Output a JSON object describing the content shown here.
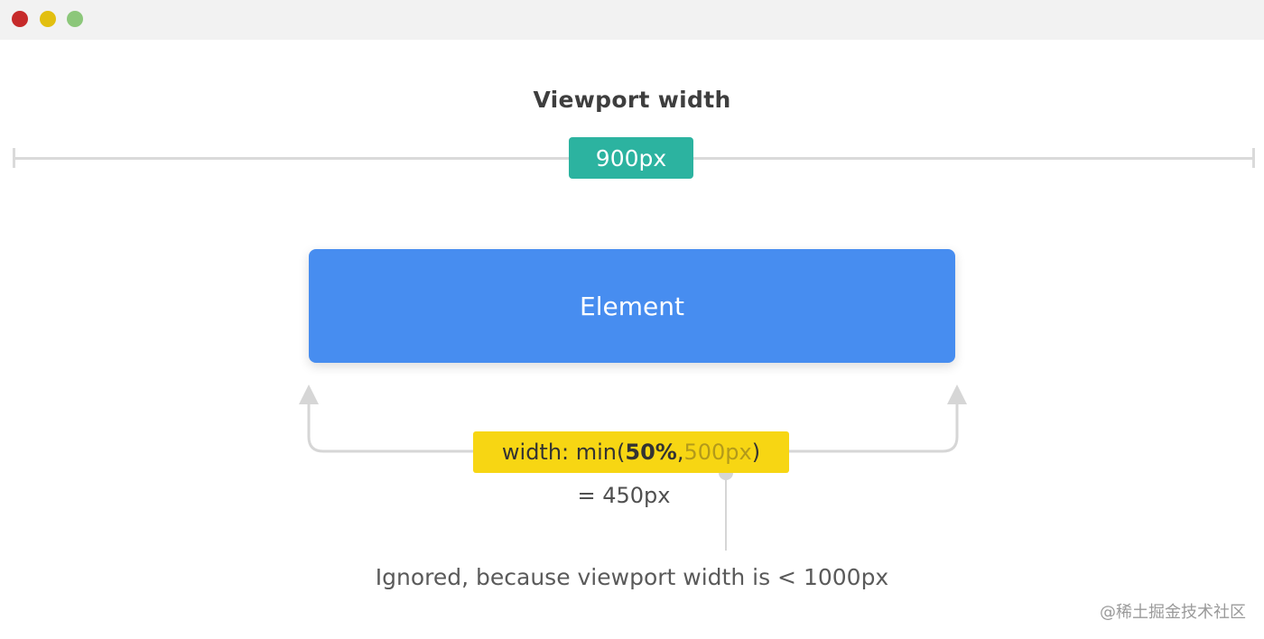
{
  "window": {
    "controls": [
      "close",
      "minimize",
      "zoom"
    ]
  },
  "diagram": {
    "heading": "Viewport width",
    "viewport_badge": "900px",
    "element_label": "Element",
    "formula": {
      "prefix": "width: min(",
      "percent": "50%",
      "separator": ", ",
      "pixels": "500px",
      "suffix": ")"
    },
    "result": "= 450px",
    "note": "Ignored, because viewport width is < 1000px",
    "watermark": "@稀土掘金技术社区"
  },
  "colors": {
    "badge": "#2cb3a0",
    "element": "#478df0",
    "formula_bg": "#f7d613",
    "connector": "#d6d6d6"
  }
}
